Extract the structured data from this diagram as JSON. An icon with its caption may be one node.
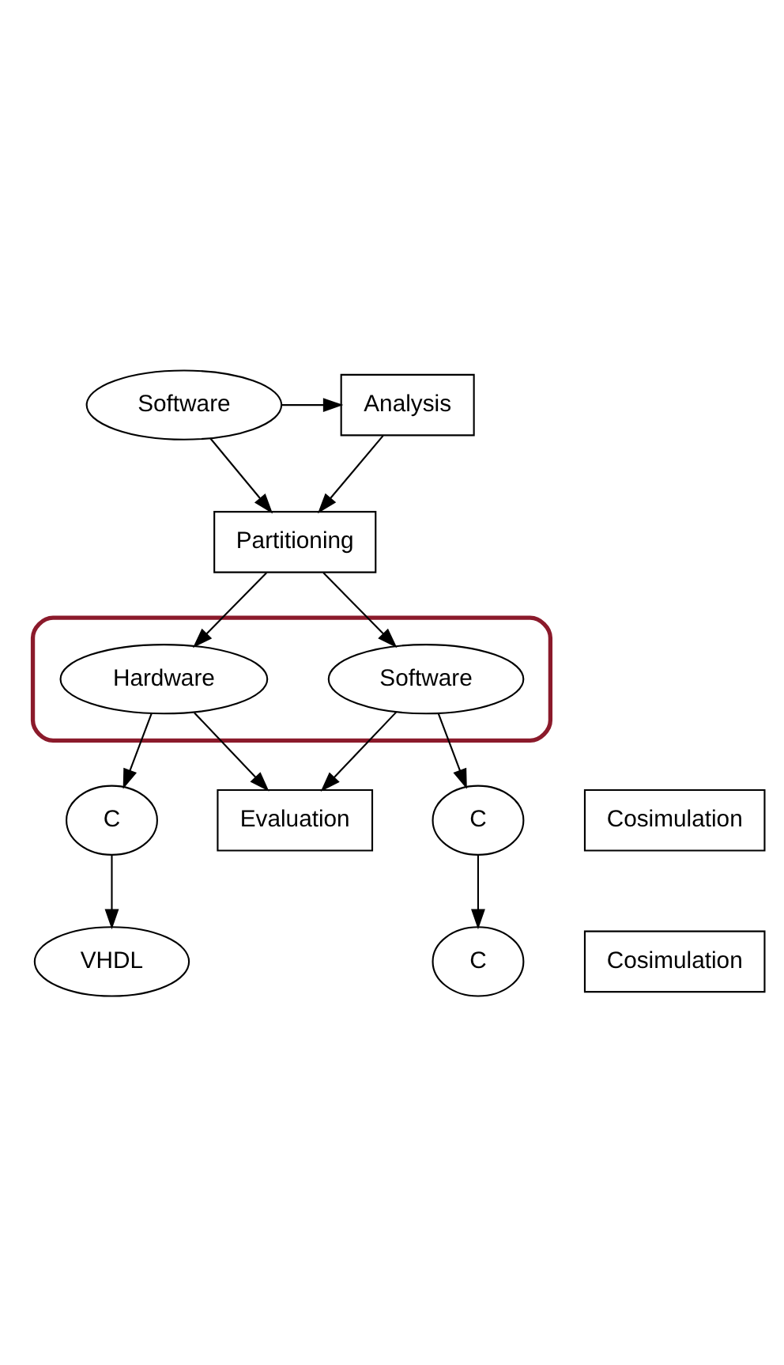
{
  "diagram": {
    "nodes": [
      {
        "text": [
          "Software"
        ]
      },
      {
        "text": [
          "Analysis"
        ]
      },
      {
        "text": [
          "Partitioning"
        ]
      },
      {
        "text": [],
        "shape": "ellipse"
      },
      {
        "text": [
          "Hardware"
        ],
        "in": 3
      },
      {
        "text": [
          "Software"
        ],
        "in": 3
      },
      {
        "text": [
          "Evaluation"
        ]
      },
      {
        "text": [
          "C"
        ]
      },
      {
        "text": [
          "Cosimulation"
        ]
      },
      {
        "text": [
          "C"
        ]
      },
      {
        "text": [
          "VHDL"
        ]
      },
      {
        "text": [
          "Cosimulation"
        ]
      },
      {
        "text": [
          "C"
        ]
      }
    ],
    "edges": [
      {
        "from": 0,
        "to": 1,
        "arrow": "to"
      },
      {
        "from": 0,
        "to": 2,
        "arrow": "to"
      },
      {
        "from": 1,
        "to": 2,
        "arrow": "to"
      },
      {
        "from": 2,
        "to": 4,
        "arrow": "to"
      },
      {
        "from": 2,
        "to": 5,
        "arrow": "to"
      },
      {
        "from": 4,
        "to": 6,
        "arrow": "to"
      },
      {
        "from": 5,
        "to": 6,
        "arrow": "to"
      },
      {
        "from": 4,
        "to": 7,
        "arrow": "to"
      },
      {
        "from": 5,
        "to": 9,
        "arrow": "to"
      },
      {
        "from": 7,
        "to": 10,
        "arrow": "to"
      },
      {
        "from": 9,
        "to": 12,
        "arrow": "to"
      }
    ]
  }
}
